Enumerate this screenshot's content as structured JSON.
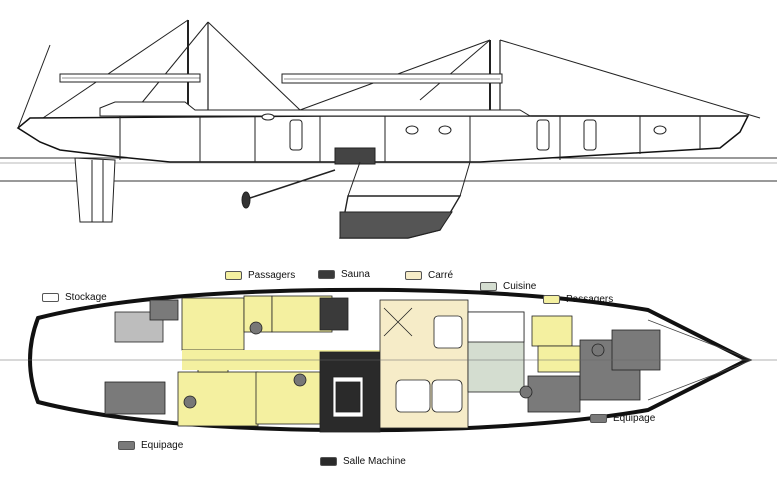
{
  "legend": [
    {
      "key": "passagers_top",
      "label": "Passagers",
      "color": "#f4f0a0"
    },
    {
      "key": "sauna",
      "label": "Sauna",
      "color": "#3a3a3a"
    },
    {
      "key": "carre",
      "label": "Carré",
      "color": "#f6ecc8"
    },
    {
      "key": "cuisine",
      "label": "Cuisine",
      "color": "#d4ddd0"
    },
    {
      "key": "passagers_right",
      "label": "Passagers",
      "color": "#f4f0a0"
    },
    {
      "key": "stockage",
      "label": "Stockage",
      "color": "#ffffff"
    },
    {
      "key": "equipage_right",
      "label": "Equipage",
      "color": "#7a7a7a"
    },
    {
      "key": "equipage_left",
      "label": "Equipage",
      "color": "#7a7a7a"
    },
    {
      "key": "salle_machine",
      "label": "Salle Machine",
      "color": "#2a2a2a"
    }
  ],
  "colors": {
    "line": "#222222",
    "hull_outline": "#111111",
    "passagers": "#f4f0a0",
    "carre": "#f6ecc8",
    "cuisine": "#d4ddd0",
    "equipage": "#7a7a7a",
    "machine": "#2a2a2a",
    "sauna": "#3a3a3a"
  }
}
